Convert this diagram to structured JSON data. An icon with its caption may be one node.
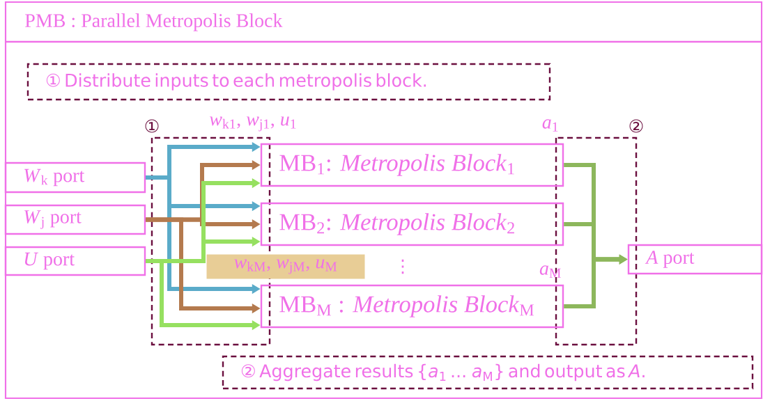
{
  "diagram": {
    "title": "PMB : Parallel Metropolis Block",
    "nodes": [
      {
        "text": [],
        "shape": "box"
      },
      {
        "text": [
          "① Distribute inputs to each metropolis block."
        ],
        "in": 0
      },
      {
        "text": [
          "*W*$_{k}$ port"
        ],
        "in": 0
      },
      {
        "text": [
          "*W*$_{j}$ port"
        ],
        "in": 0
      },
      {
        "text": [
          "*U* port"
        ],
        "in": 0
      },
      {
        "text": [
          "MB$_{1}$: *Metropolis Block*$_{1}$"
        ],
        "in": 0
      },
      {
        "text": [
          "MB$_{2}$: *Metropolis Block*$_{2}$"
        ],
        "in": 0
      },
      {
        "text": [
          "MB$_{M}$ : *Metropolis Block*$_{M}$"
        ],
        "in": 0
      },
      {
        "text": [
          "*A* port"
        ],
        "in": 0
      },
      {
        "text": [
          "② Aggregate results {*a*$_{1}$ ... *a*$_{M}$} and output as *A*."
        ],
        "in": 0
      }
    ],
    "edges": [
      {
        "from": 2,
        "to": 5,
        "arrow": "to",
        "color": "#5aabc9"
      },
      {
        "from": 2,
        "to": 6,
        "arrow": "to",
        "color": "#5aabc9"
      },
      {
        "from": 2,
        "to": 7,
        "arrow": "to",
        "color": "#5aabc9"
      },
      {
        "from": 3,
        "to": 5,
        "arrow": "to",
        "color": "#b47a4e"
      },
      {
        "from": 3,
        "to": 6,
        "arrow": "to",
        "color": "#b47a4e"
      },
      {
        "from": 3,
        "to": 7,
        "arrow": "to",
        "color": "#b47a4e"
      },
      {
        "from": 4,
        "to": 5,
        "arrow": "to",
        "color": "#96e060"
      },
      {
        "from": 4,
        "to": 6,
        "arrow": "to",
        "color": "#96e060"
      },
      {
        "from": 4,
        "to": 7,
        "arrow": "to",
        "color": "#96e060"
      },
      {
        "from": 5,
        "to": 8,
        "arrow": "to",
        "color": "#8db75c"
      },
      {
        "from": 6,
        "to": 8,
        "arrow": "to",
        "color": "#8db75c"
      },
      {
        "from": 7,
        "to": 8,
        "arrow": "to",
        "color": "#8db75c"
      }
    ],
    "labels": [
      "①",
      "*w*$_{k1}$, *w*$_{j1}$, *u*$_{1}$",
      "*a*$_{1}$",
      "②",
      "*w*$_{kM}$, *w*$_{jM}$, *u*$_{M}$",
      "⋮",
      "*a*$_{M}$"
    ]
  }
}
